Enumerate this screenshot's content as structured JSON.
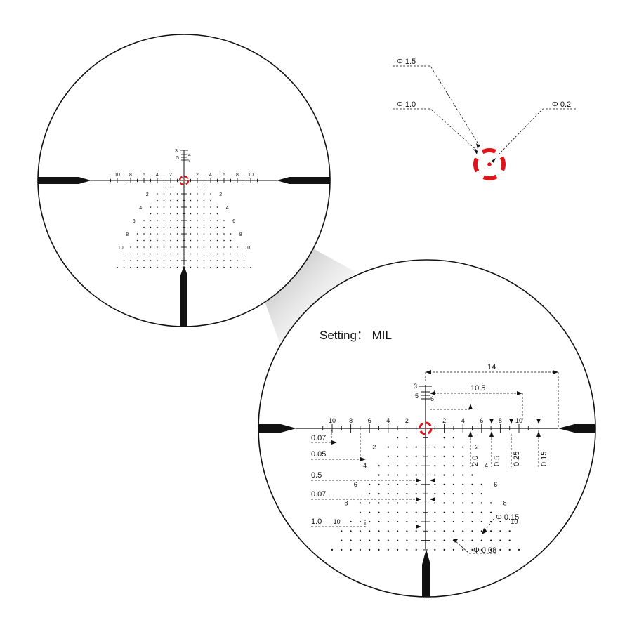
{
  "setting_label": "Setting： MIL",
  "colors": {
    "reticle_red": "#e0141b",
    "ink": "#111111",
    "zoom_gradient_start": "#8a8a8a"
  },
  "left_scale_labels": [
    "10",
    "8",
    "6",
    "4",
    "2",
    "2",
    "4",
    "6",
    "8",
    "10"
  ],
  "upper_stadia": [
    "3",
    "4",
    "5",
    "6"
  ],
  "vertical_scale_labels": [
    "2",
    "4",
    "6",
    "8",
    "10"
  ],
  "dot_callouts": {
    "outer": "Φ 1.5",
    "middle": "Φ 1.0",
    "center": "Φ 0.2"
  },
  "dimensions": {
    "span_14": "14",
    "span_10_5": "10.5",
    "tick_2_0": "2.0",
    "tick_0_5": "0.5",
    "tick_0_25": "0.25",
    "tick_0_15": "0.15"
  },
  "left_callouts": [
    "0.07",
    "0.05",
    "0.5",
    "0.07",
    "1.0"
  ],
  "diameter_callouts": {
    "small_dot": "Φ 0.15",
    "tiny_dot": "Φ 0.08"
  }
}
